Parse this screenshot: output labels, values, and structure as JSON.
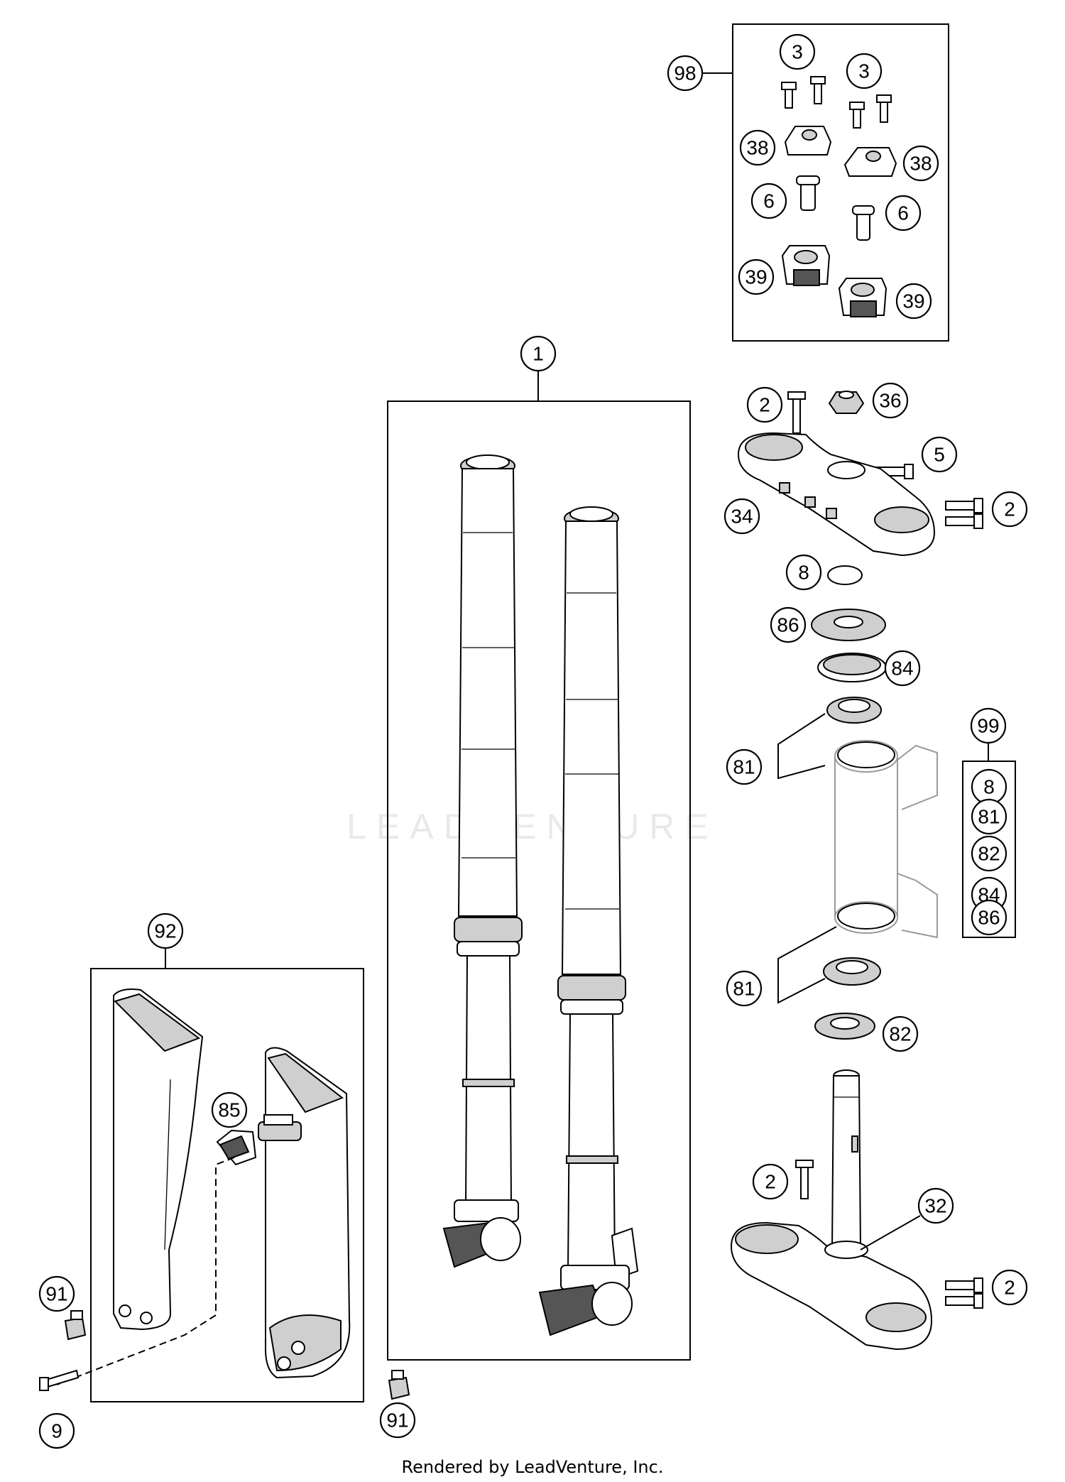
{
  "watermark": "LEADVENTURE",
  "footer": "Rendered by LeadVenture, Inc.",
  "colors": {
    "line": "#000000",
    "shade": "#cfcfcf",
    "watermark": "#e9e9e9"
  },
  "callouts": {
    "c98": "98",
    "c3a": "3",
    "c3b": "3",
    "c38a": "38",
    "c38b": "38",
    "c6a": "6",
    "c6b": "6",
    "c39a": "39",
    "c39b": "39",
    "c1": "1",
    "c2a": "2",
    "c36": "36",
    "c5": "5",
    "c2b": "2",
    "c34": "34",
    "c8": "8",
    "c86": "86",
    "c84": "84",
    "c81a": "81",
    "c81b": "81",
    "c82": "82",
    "c99": "99",
    "k8": "8",
    "k81": "81",
    "k82": "82",
    "k84": "84",
    "k86": "86",
    "c92": "92",
    "c85": "85",
    "c91a": "91",
    "c91b": "91",
    "c9": "9",
    "c2c": "2",
    "c32": "32",
    "c2d": "2"
  }
}
